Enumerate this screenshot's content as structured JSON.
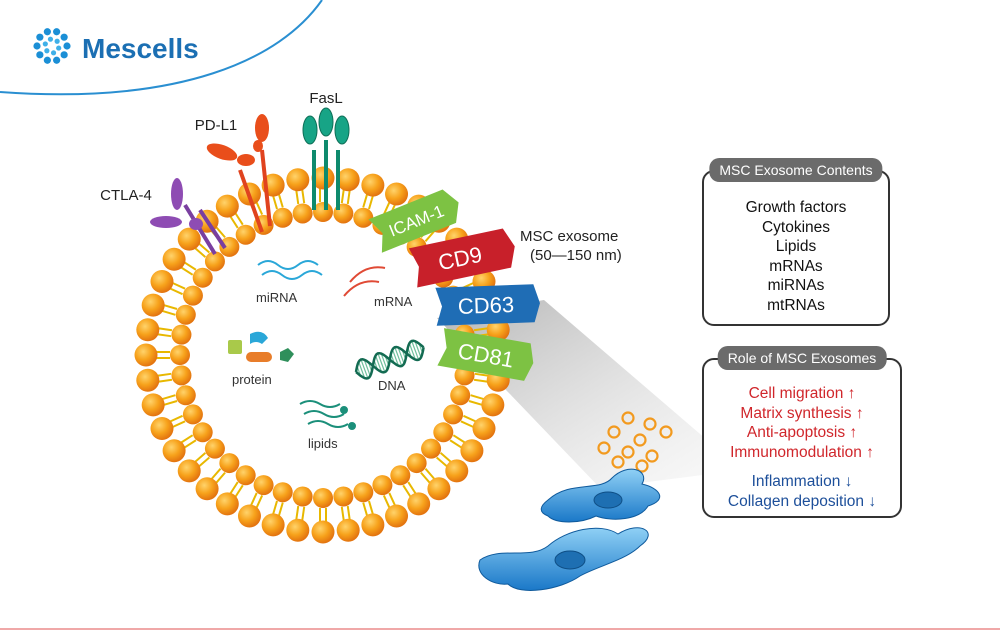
{
  "brand": {
    "name": "Mescells",
    "color": "#1b6fb3"
  },
  "labels": {
    "fasl": "FasL",
    "pdl1": "PD-L1",
    "ctla4": "CTLA-4",
    "exosome_name": "MSC exosome",
    "exosome_size": "(50—150 nm)",
    "mirna": "miRNA",
    "mrna": "mRNA",
    "protein": "protein",
    "dna": "DNA",
    "lipids": "lipids"
  },
  "markers": {
    "icam1": "ICAM-1",
    "cd9": "CD9",
    "cd63": "CD63",
    "cd81": "CD81"
  },
  "contents_box": {
    "title": "MSC Exosome Contents",
    "items": [
      "Growth factors",
      "Cytokines",
      "Lipids",
      "mRNAs",
      "miRNAs",
      "mtRNAs"
    ]
  },
  "role_box": {
    "title": "Role of MSC Exosomes",
    "increase": [
      "Cell migration ↑",
      "Matrix synthesis ↑",
      "Anti-apoptosis ↑",
      "Immunomodulation ↑"
    ],
    "decrease": [
      "Inflammation ↓",
      "Collagen deposition ↓"
    ]
  },
  "colors": {
    "lipid_head": "#f5a623",
    "lipid_tail": "#e8b800",
    "icam1": "#7dc243",
    "cd9": "#c8202a",
    "cd63": "#1f6db5",
    "cd81": "#7dc243",
    "increase": "#d0262b",
    "decrease": "#1d4f9a"
  }
}
